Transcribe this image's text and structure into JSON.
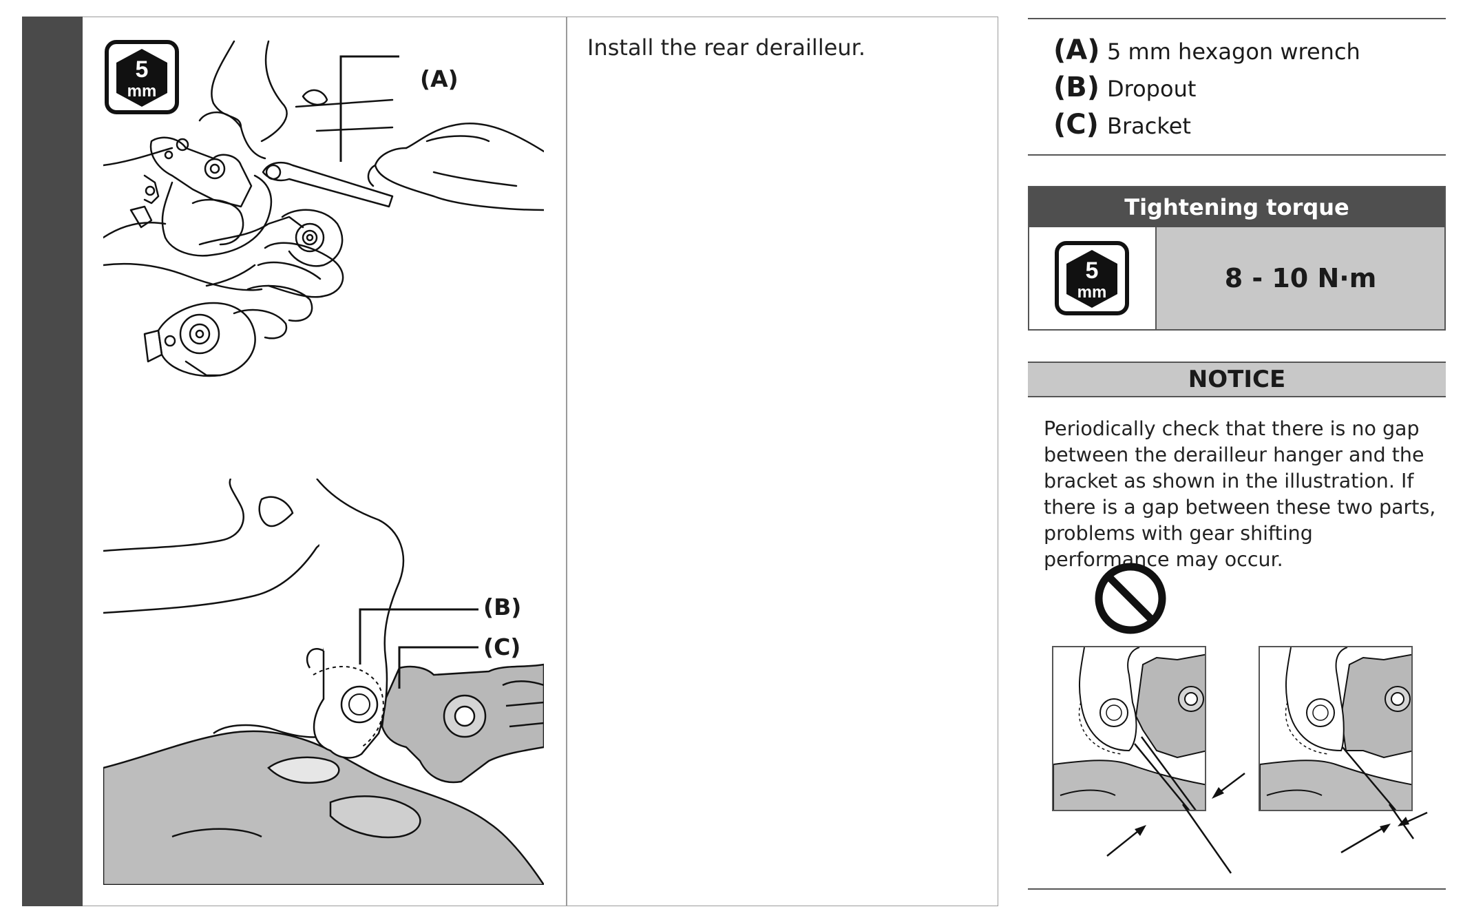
{
  "tool_badge": {
    "number": "5",
    "unit": "mm"
  },
  "instruction": "Install the rear derailleur.",
  "callouts": {
    "a": "(A)",
    "b": "(B)",
    "c": "(C)"
  },
  "legend": [
    {
      "key": "(A)",
      "label": "5 mm hexagon wrench"
    },
    {
      "key": "(B)",
      "label": "Dropout"
    },
    {
      "key": "(C)",
      "label": "Bracket"
    }
  ],
  "torque": {
    "heading": "Tightening torque",
    "value": "8 - 10 N·m"
  },
  "notice": {
    "heading": "NOTICE",
    "text": "Periodically check that there is no gap between the derailleur hanger and the bracket as shown in the illustration. If there is a gap between these two parts, problems with gear shifting performance may occur."
  },
  "icons": [
    "hex-wrench-5mm-icon",
    "prohibited-icon"
  ],
  "colors": {
    "sidebar": "#4a4a4a",
    "table_header": "#4f4f4f",
    "value_cell": "#c8c8c8",
    "part_fill": "#bdbdbd"
  }
}
